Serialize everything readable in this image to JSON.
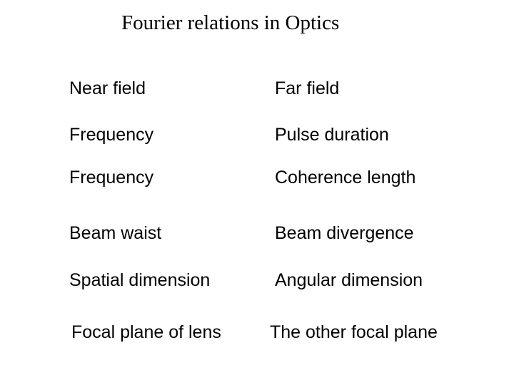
{
  "title": "Fourier relations in Optics",
  "rows": [
    {
      "near": "Near field",
      "far": "Far field"
    },
    {
      "near": "Frequency",
      "far": "Pulse duration"
    },
    {
      "near": "Frequency",
      "far": "Coherence length"
    },
    {
      "near": "Beam waist",
      "far": "Beam divergence"
    },
    {
      "near": "Spatial dimension",
      "far": "Angular dimension"
    },
    {
      "near": "Focal plane of lens",
      "far": "The other focal plane"
    }
  ]
}
